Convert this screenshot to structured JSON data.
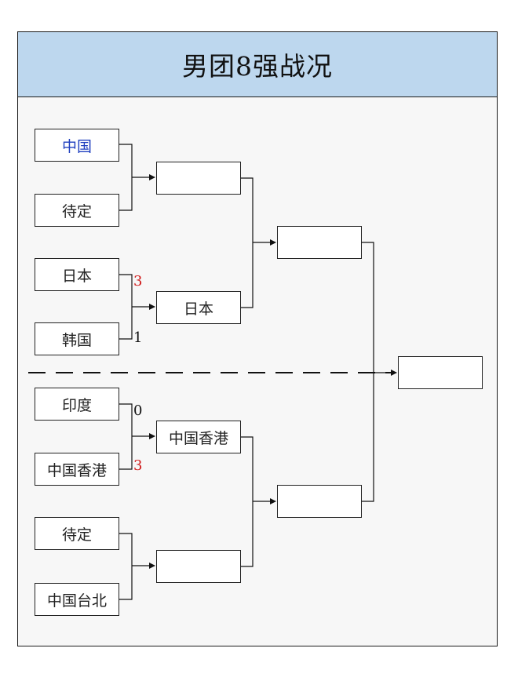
{
  "title": "男团8强战况",
  "round1": [
    {
      "team": "中国",
      "color": "#1f3fbf"
    },
    {
      "team": "待定"
    },
    {
      "team": "日本",
      "score": "3"
    },
    {
      "team": "韩国",
      "score": "1"
    },
    {
      "team": "印度",
      "score": "0"
    },
    {
      "team": "中国香港",
      "score": "3"
    },
    {
      "team": "待定"
    },
    {
      "team": "中国台北"
    }
  ],
  "round2": [
    "",
    "日本",
    "中国香港",
    ""
  ],
  "semis": [
    "",
    ""
  ],
  "final": "",
  "colors": {
    "header_bg": "#bdd7ee",
    "winner_score": "#d01818",
    "highlight_team": "#1f3fbf"
  }
}
